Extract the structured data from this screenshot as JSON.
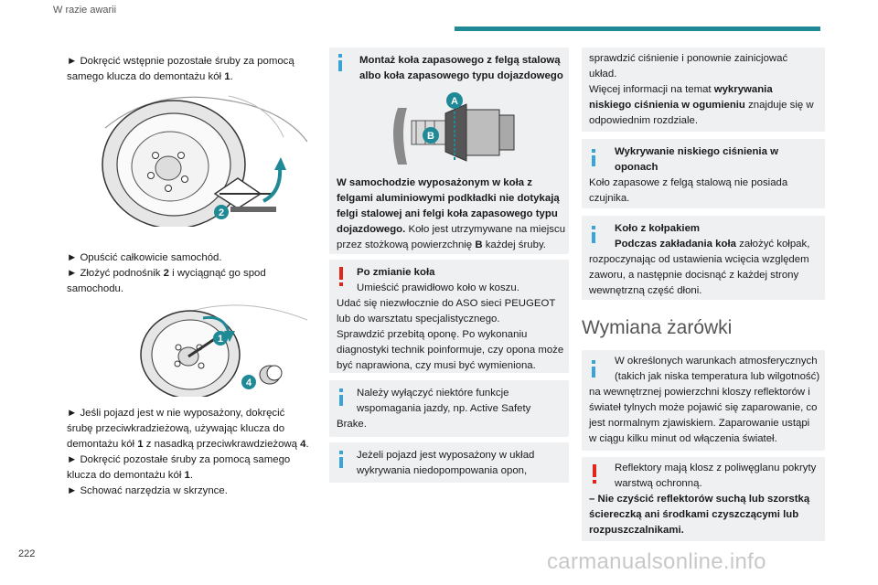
{
  "header": {
    "section": "W razie awarii"
  },
  "footer": {
    "page_number": "222",
    "watermark": "carmanualsonline.info"
  },
  "col1": {
    "p1": [
      "► Dokręcić wstępnie pozostałe śruby za pomocą",
      "samego klucza do demontażu kół "
    ],
    "p1_bold": "1",
    "fig1_label": "2",
    "p2_l1": "► Opuścić całkowicie samochód.",
    "p2_l2a": "► Złożyć podnośnik ",
    "p2_l2b": "2",
    "p2_l2c": " i wyciągnąć go spod",
    "p2_l3": "samochodu.",
    "fig2_label1": "1",
    "fig2_label2": "4",
    "p3_l1": "► Jeśli pojazd jest w nie wyposażony, dokręcić",
    "p3_l2": "śrubę przeciwkradzieżową, używając klucza do",
    "p3_l3a": "demontażu kół ",
    "p3_l3b": "1",
    "p3_l3c": " z nasadką przeciwkrawdzieżową ",
    "p3_l3d": "4",
    "p3_l3e": ".",
    "p3_l4": "► Dokręcić pozostałe śruby za pomocą samego",
    "p3_l5a": "klucza do demontażu kół ",
    "p3_l5b": "1",
    "p3_l5c": ".",
    "p3_l6": "► Schować narzędzia w skrzynce."
  },
  "col2": {
    "box1_title_l1": "Montaż koła zapasowego z felgą stalową",
    "box1_title_l2": "albo koła zapasowego typu dojazdowego",
    "box1_label_a": "A",
    "box1_label_b": "B",
    "box1_l1": "W samochodzie wyposażonym w koła z",
    "box1_l2": "felgami aluminiowymi podkładki nie dotykają",
    "box1_l3": "felgi stalowej ani felgi koła zapasowego typu",
    "box1_l4a": "dojazdowego.",
    "box1_l4b": " Koło jest utrzymywane na miejscu",
    "box1_l5a": "przez stożkową powierzchnię ",
    "box1_l5b": "B",
    "box1_l5c": " każdej śruby.",
    "box2_title": "Po zmianie koła",
    "box2_l1": "Umieścić prawidłowo koło w koszu.",
    "box2_l2": "Udać się niezwłocznie do ASO sieci PEUGEOT",
    "box2_l3": "lub do warsztatu specjalistycznego.",
    "box2_l4": "Sprawdzić przebitą oponę. Po wykonaniu",
    "box2_l5": "diagnostyki technik poinformuje, czy opona może",
    "box2_l6": "być naprawiona, czy musi być wymieniona.",
    "box3_l1": "Należy wyłączyć niektóre funkcje",
    "box3_l2": "wspomagania jazdy, np. Active Safety",
    "box3_l3": "Brake.",
    "box4_l1": "Jeżeli pojazd jest wyposażony w układ",
    "box4_l2": "wykrywania niedopompowania opon,"
  },
  "col3": {
    "box1_l1": "sprawdzić ciśnienie i ponownie zainicjować",
    "box1_l2": "układ.",
    "box1_l3a": "Więcej informacji na temat ",
    "box1_l3b": "wykrywania",
    "box1_l4a": "niskiego ciśnienia w ogumieniu",
    "box1_l4b": " znajduje się w",
    "box1_l5": "odpowiednim rozdziale.",
    "box2_title_l1": "Wykrywanie niskiego ciśnienia w",
    "box2_title_l2": "oponach",
    "box2_l1": "Koło zapasowe z felgą stalową nie posiada",
    "box2_l2": "czujnika.",
    "box3_title": "Koło z kołpakiem",
    "box3_l1a": "Podczas zakładania koła",
    "box3_l1b": " założyć kołpak,",
    "box3_l2": "rozpoczynając od ustawienia wcięcia względem",
    "box3_l3": "zaworu, a następnie docisnąć z każdej strony",
    "box3_l4": "wewnętrzną część dłoni.",
    "heading": "Wymiana żarówki",
    "box4_l1": "W określonych warunkach atmosferycznych",
    "box4_l2": "(takich jak niska temperatura lub wilgotność)",
    "box4_l3": "na wewnętrznej powierzchni kloszy reflektorów i",
    "box4_l4": "świateł tylnych może pojawić się zaparowanie, co",
    "box4_l5": "jest normalnym zjawiskiem. Zaparowanie ustąpi",
    "box4_l6": "w ciągu kilku minut od włączenia świateł.",
    "box5_l1": "Reflektory mają klosz z poliwęglanu pokryty",
    "box5_l2": "warstwą ochronną.",
    "box5_l3": "– Nie czyścić reflektorów suchą lub szorstką",
    "box5_l4": "ściereczką ani środkami czyszczącymi lub",
    "box5_l5": "rozpuszczalnikami."
  },
  "colors": {
    "accent": "#1f8a96",
    "info": "#3aa3d8",
    "warning": "#e2261c",
    "box_bg": "#eef0f2"
  }
}
